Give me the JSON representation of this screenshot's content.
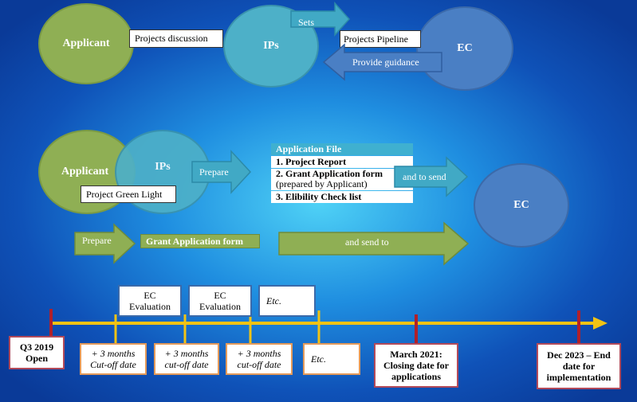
{
  "row1": {
    "applicant": "Applicant",
    "projects_discussion": "Projects discussion",
    "ips": "IPs",
    "sets": "Sets",
    "projects_pipeline": "Projects Pipeline",
    "ec": "EC",
    "provide_guidance": "Provide guidance"
  },
  "row2": {
    "applicant": "Applicant",
    "ips": "IPs",
    "project_green_light": "Project Green Light",
    "prepare": "Prepare",
    "application_file": {
      "header": "Application File",
      "item1": "1. Project Report",
      "item2a": "2. Grant Application form",
      "item2b": "(prepared by Applicant)",
      "item3": "3. Elibility Check list"
    },
    "and_to_send": "and to send",
    "ec": "EC"
  },
  "row3": {
    "prepare": "Prepare",
    "grant_application_form": "Grant Application form",
    "and_send_to": "and send to"
  },
  "timeline": {
    "top_boxes": [
      {
        "l1": "EC",
        "l2": "Evaluation"
      },
      {
        "l1": "EC",
        "l2": "Evaluation"
      },
      {
        "l1": "Etc.",
        "l2": ""
      }
    ],
    "start": {
      "l1": "Q3 2019",
      "l2": "Open"
    },
    "bottom_boxes": [
      {
        "l1": "+ 3 months",
        "l2": "Cut-off date"
      },
      {
        "l1": "+ 3 months",
        "l2": "cut-off date"
      },
      {
        "l1": "+ 3 months",
        "l2": "cut-off date"
      },
      {
        "l1": "Etc.",
        "l2": ""
      }
    ],
    "march": {
      "l1": "March 2021:",
      "l2": "Closing date for",
      "l3": "applications"
    },
    "dec": {
      "l1": "Dec 2023 – End",
      "l2": "date for",
      "l3": "implementation"
    }
  },
  "colors": {
    "green": "#8faf54",
    "teal": "#4db0c8",
    "blue": "#4a7fc4",
    "timeline_yellow": "#f2c314",
    "marker_red": "#b0202a",
    "orange_border": "#e39a5a"
  }
}
